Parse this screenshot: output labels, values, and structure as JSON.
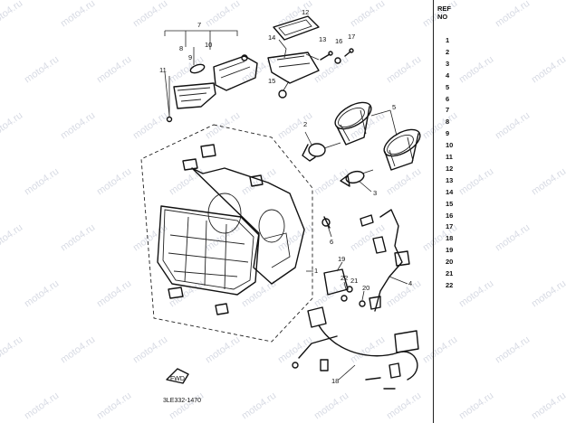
{
  "reference_column": {
    "header_lines": [
      "REF",
      "NO"
    ],
    "numbers": [
      "1",
      "2",
      "3",
      "4",
      "5",
      "6",
      "7",
      "8",
      "9",
      "10",
      "11",
      "12",
      "13",
      "14",
      "15",
      "16",
      "17",
      "18",
      "19",
      "20",
      "21",
      "22"
    ]
  },
  "callouts": {
    "c1": "1",
    "c2": "2",
    "c3": "3",
    "c4": "4",
    "c5": "5",
    "c6": "6",
    "c7": "7",
    "c8": "8",
    "c9": "9",
    "c10": "10",
    "c11": "11",
    "c12": "12",
    "c13": "13",
    "c14": "14",
    "c15": "15",
    "c16": "16",
    "c17": "17",
    "c18": "18",
    "c19": "19",
    "c20": "20",
    "c21": "21",
    "c22": "22"
  },
  "diagram_code": "3LE332-1470",
  "watermark": "moto4.ru",
  "front_arrow": "FWD"
}
